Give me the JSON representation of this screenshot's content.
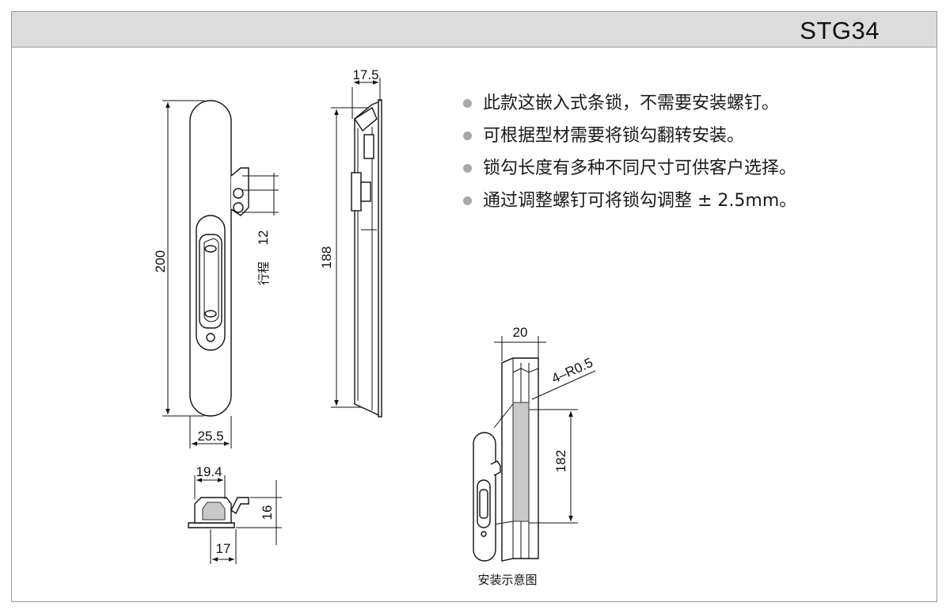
{
  "header": {
    "model": "STG34"
  },
  "features": [
    "此款这嵌入式条锁，不需要安装螺钉。",
    "可根据型材需要将锁勾翻转安装。",
    "锁勾长度有多种不同尺寸可供客户选择。",
    "通过调整螺钉可将锁勾调整 ± 2.5mm。"
  ],
  "dimensions": {
    "height_total": "200",
    "width_front": "25.5",
    "stroke_label": "行程",
    "stroke_value": "12",
    "side_width": "17.5",
    "side_height": "188",
    "bottom_width": "19.4",
    "bottom_height": "16",
    "bottom_base": "17",
    "install_width": "20",
    "install_radius": "4–R0.5",
    "install_height": "182"
  },
  "install_caption": "安装示意图",
  "colors": {
    "header_bg": "#dcdcdc",
    "border": "#9a9a9a",
    "bullet": "#a8a8a8"
  }
}
